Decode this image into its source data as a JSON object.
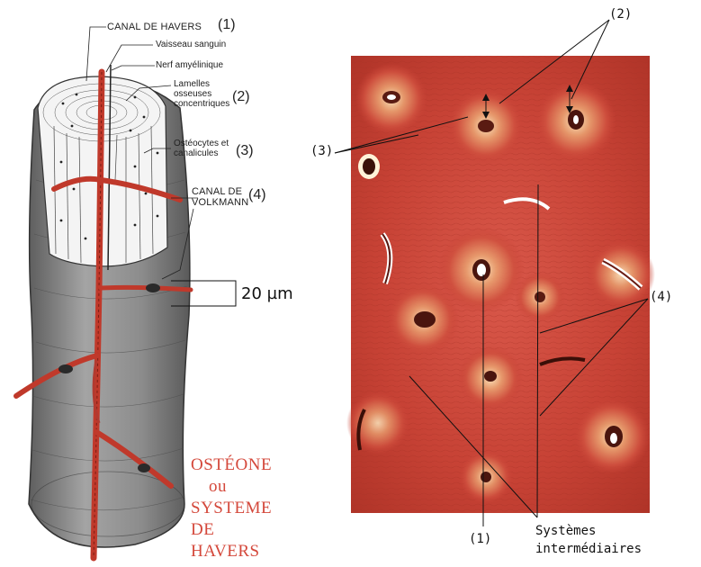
{
  "left_diagram": {
    "canal_havers": "CANAL DE HAVERS",
    "n1": "(1)",
    "vaisseau": "Vaisseau sanguin",
    "nerf": "Nerf amyélinique",
    "lamelles_1": "Lamelles",
    "lamelles_2": "osseuses",
    "lamelles_3": "concentriques",
    "n2": "(2)",
    "osteo_1": "Ostéocytes et",
    "osteo_2": "canalicules",
    "n3": "(3)",
    "volk_1": "CANAL DE",
    "volk_2": "VOLKMANN",
    "n4": "(4)",
    "scale": "20 µm",
    "title": [
      "OSTÉONE",
      "ou",
      "SYSTEME",
      "DE",
      "HAVERS"
    ]
  },
  "right_micrograph": {
    "n2": "(2)",
    "n3": "(3)",
    "n4": "(4)",
    "n1": "(1)",
    "systemes_1": "Systèmes",
    "systemes_2": "intermédiaires"
  },
  "colors": {
    "vessel": "#c0392b",
    "stain": "#c9473c",
    "title": "#d4483b",
    "bone": "#8a8a8a"
  }
}
